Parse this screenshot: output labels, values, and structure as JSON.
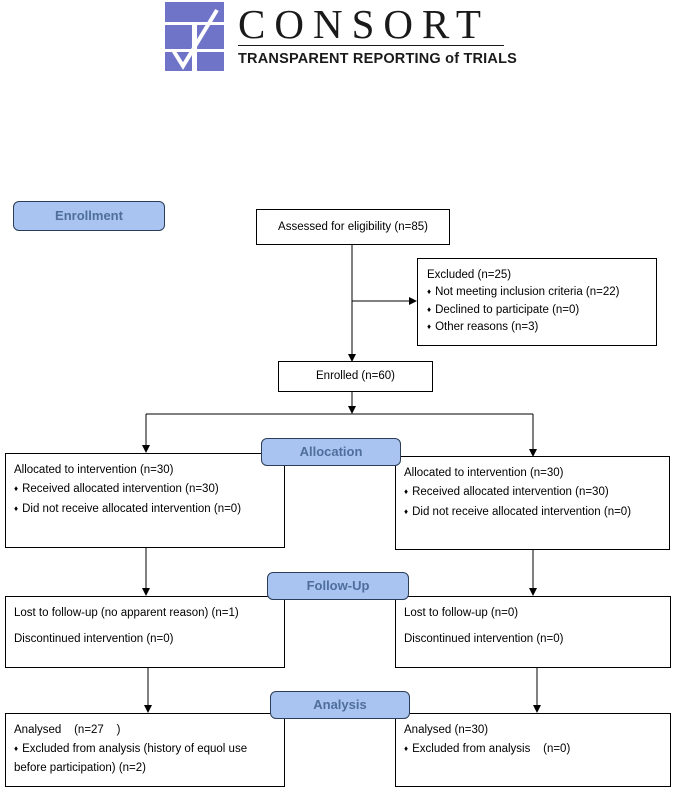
{
  "logo": {
    "title": "CONSORT",
    "subtitle": "TRANSPARENT REPORTING of TRIALS",
    "colors": {
      "blue": "#6f74c8",
      "text": "#1a1a1a"
    }
  },
  "stages": {
    "enrollment": "Enrollment",
    "allocation": "Allocation",
    "follow_up": "Follow-Up",
    "analysis": "Analysis"
  },
  "assessed": "Assessed for eligibility (n=85)",
  "excluded": {
    "title": "Excluded (n=25)",
    "items": [
      "Not meeting inclusion criteria (n=22)",
      "Declined to participate (n=0)",
      "Other reasons (n=3)"
    ]
  },
  "enrolled": "Enrolled (n=60)",
  "left": {
    "allocation": {
      "title": "Allocated to intervention (n=30)",
      "items": [
        "Received allocated intervention (n=30)",
        "Did not receive allocated intervention (n=0)"
      ]
    },
    "follow_up": {
      "lost": "Lost to follow-up (no apparent reason) (n=1)",
      "discontinued": "Discontinued intervention (n=0)"
    },
    "analysis": {
      "title": "Analysed    (n=27    )",
      "excluded_line1": "Excluded from analysis (history of equol use",
      "excluded_line2": "before participation) (n=2)"
    }
  },
  "right": {
    "allocation": {
      "title": "Allocated to intervention (n=30)",
      "items": [
        "Received allocated intervention (n=30)",
        "Did not receive allocated intervention (n=0)"
      ]
    },
    "follow_up": {
      "lost": "Lost to follow-up (n=0)",
      "discontinued": "Discontinued intervention (n=0)"
    },
    "analysis": {
      "title": "Analysed (n=30)",
      "excluded": "Excluded from analysis    (n=0)"
    }
  },
  "colors": {
    "stage_fill": "#a9c4f0",
    "stage_text": "#4f6e9c",
    "stage_border": "#2b3d58"
  }
}
